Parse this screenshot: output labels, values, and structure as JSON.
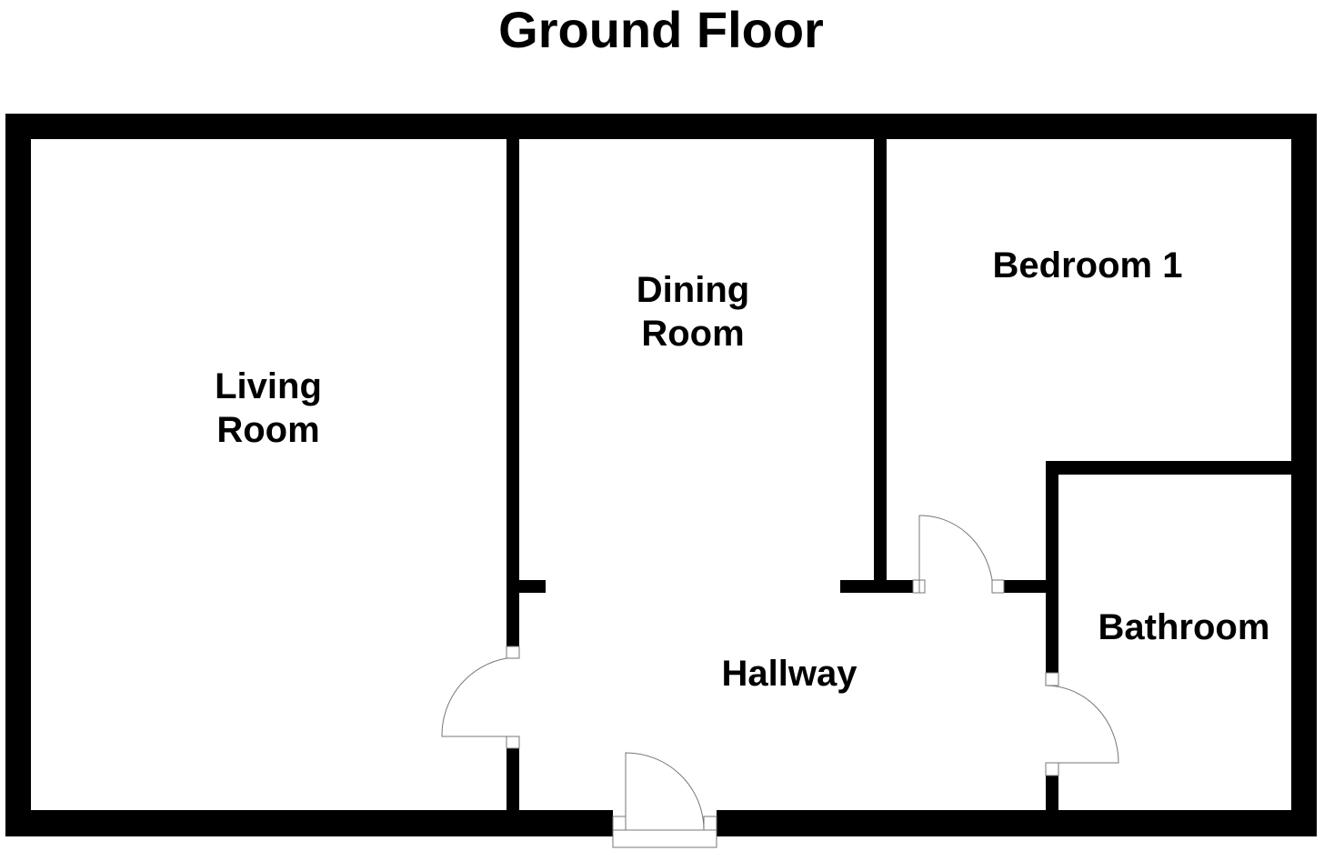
{
  "title": "Ground Floor",
  "rooms": {
    "living_room": [
      "Living",
      "Room"
    ],
    "dining_room": [
      "Dining",
      "Room"
    ],
    "bedroom_1": "Bedroom 1",
    "bathroom": "Bathroom",
    "hallway": "Hallway"
  },
  "colors": {
    "wall": "#000000",
    "door_line": "#777777",
    "background": "#ffffff"
  }
}
